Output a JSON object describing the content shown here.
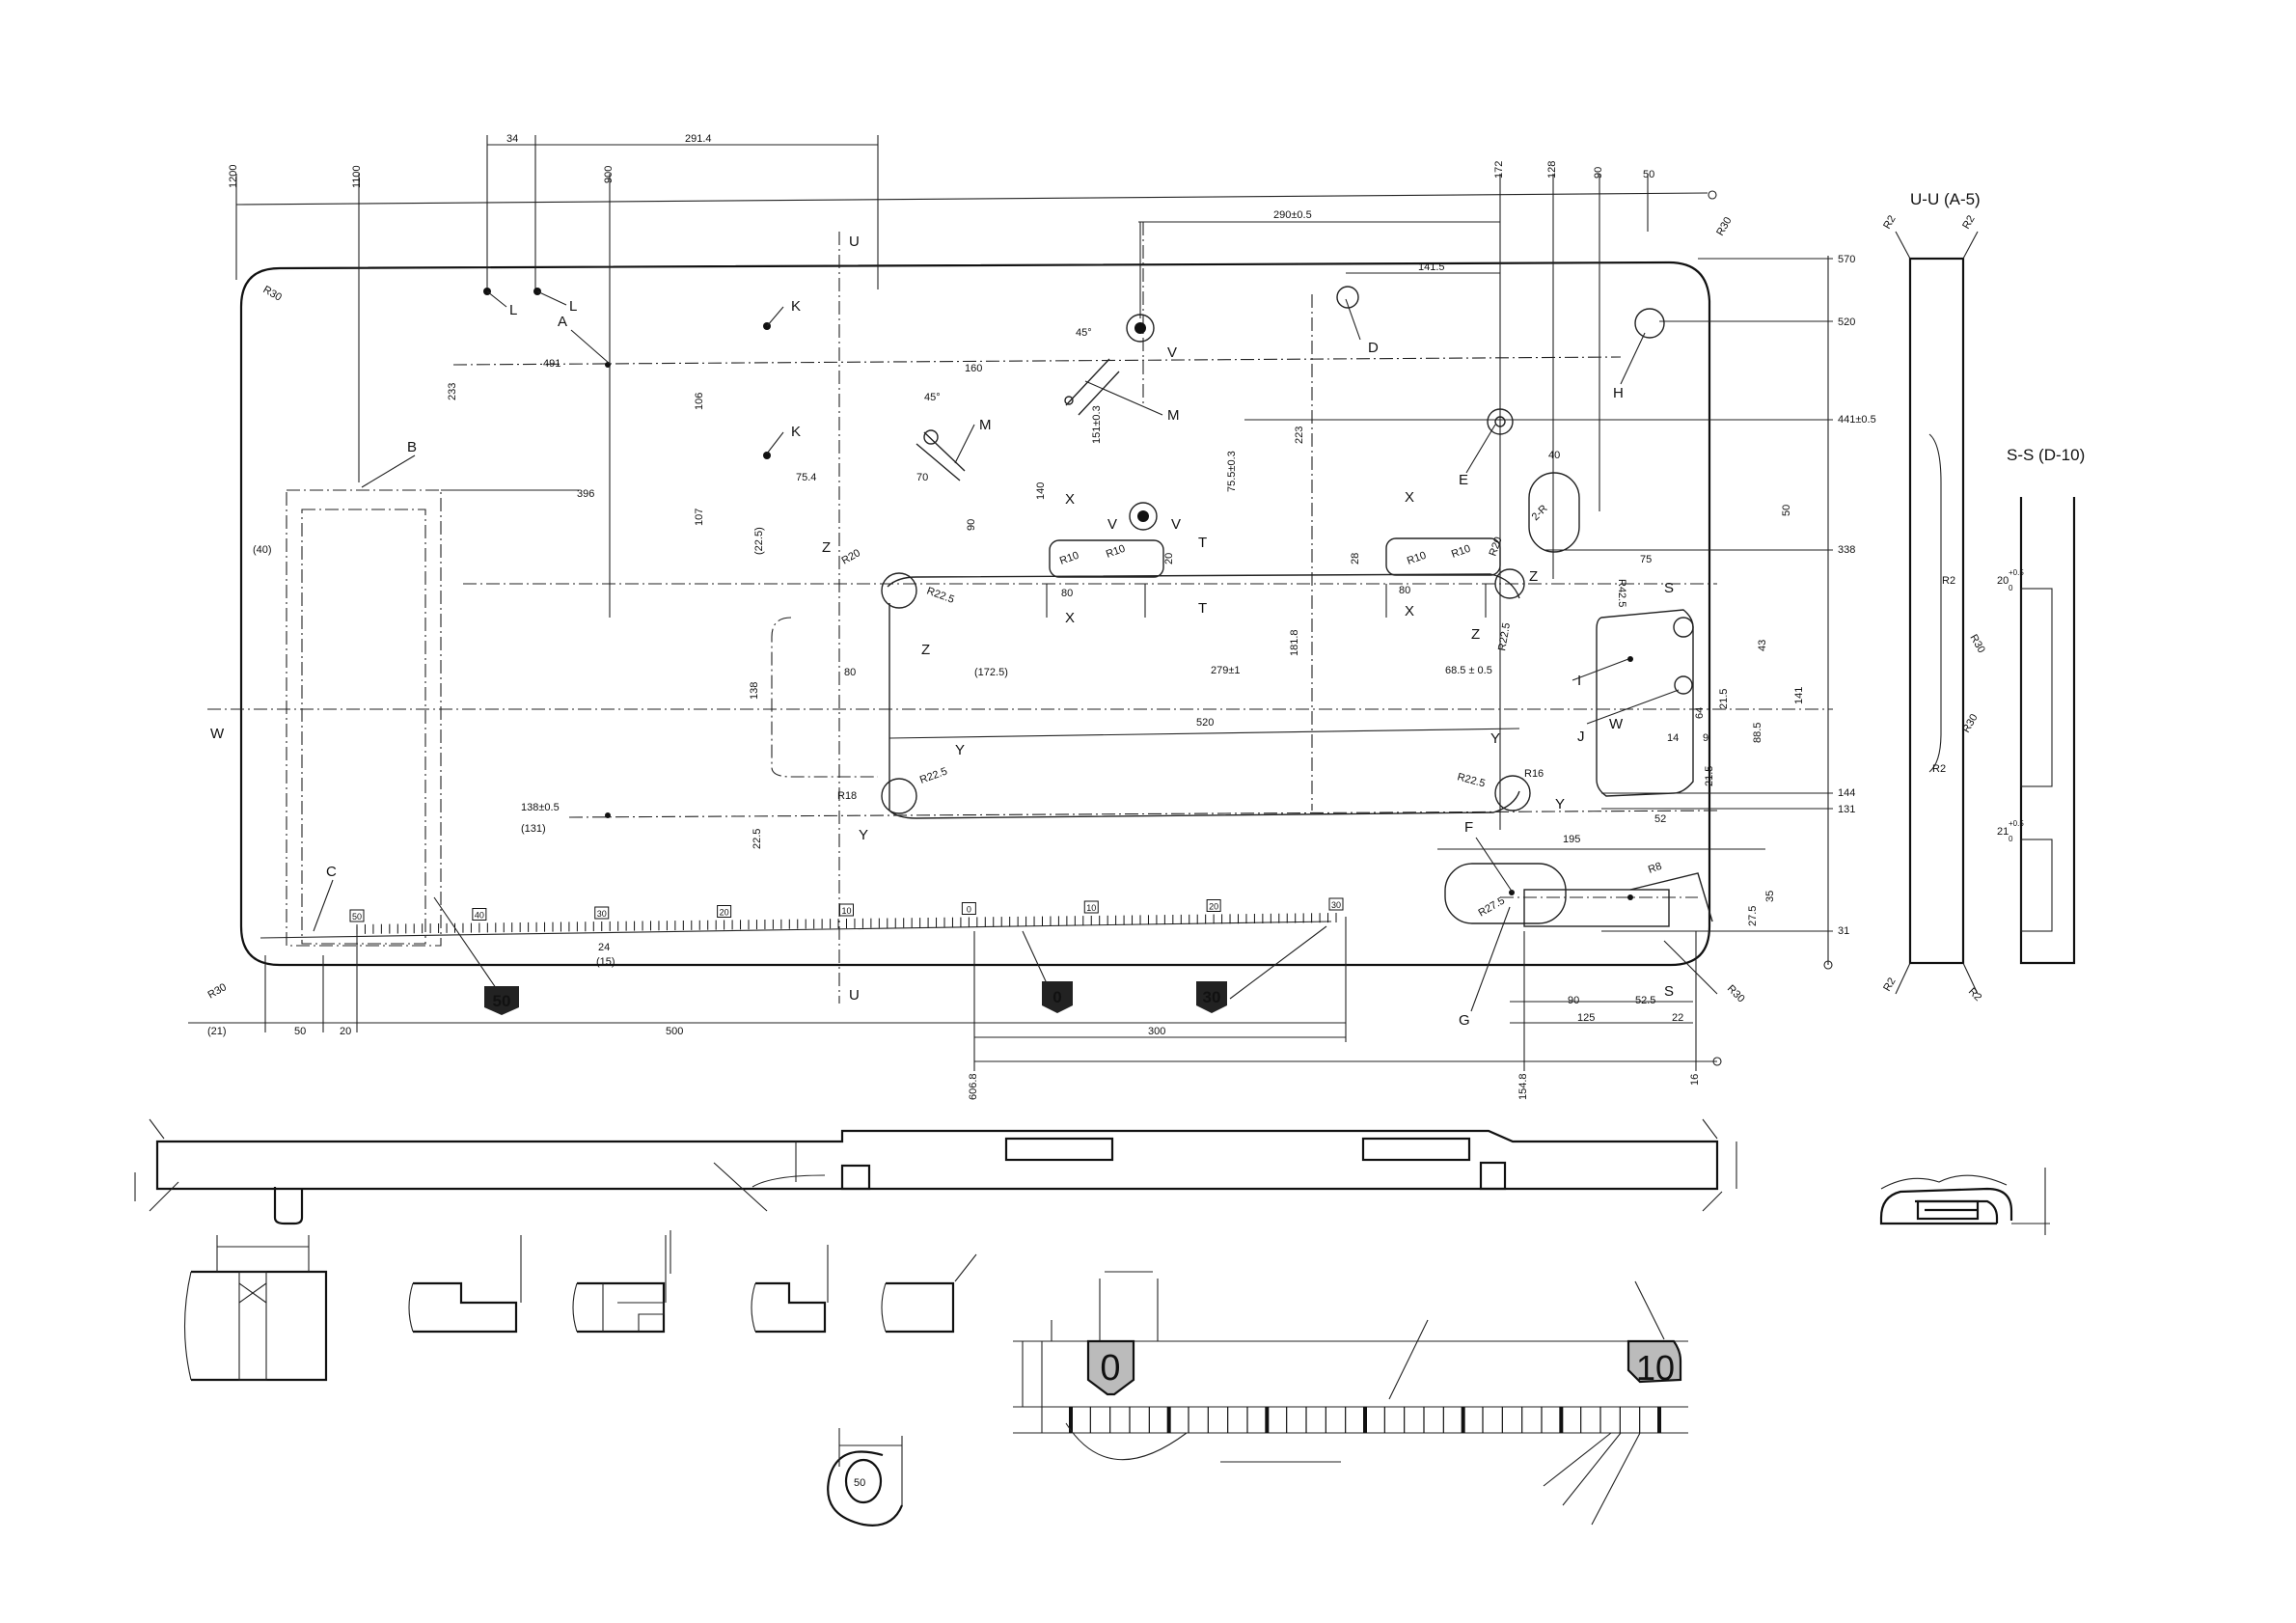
{
  "dimensions": {
    "top_34": "34",
    "top_291": "291.4",
    "top_290": "290±0.5",
    "top_141": "141.5",
    "top_160": "160",
    "left_1200": "1200",
    "left_1100": "1100",
    "left_900": "900",
    "right_172": "172",
    "right_128": "128",
    "right_90": "90",
    "right_50": "50",
    "d_233": "233",
    "d_491": "491",
    "d_396": "396",
    "d_106": "106",
    "d_107": "107",
    "d_75_4": "75.4",
    "d_70": "70",
    "d_140": "140",
    "d_90": "90",
    "d_151": "151±0.3",
    "d_75_5": "75.5±0.3",
    "d_223": "223",
    "d_40": "(40)",
    "d_22_5": "(22.5)",
    "d_80a": "80",
    "d_80b": "80",
    "d_80c": "80",
    "d_20": "20",
    "d_28": "28",
    "d_172_5": "(172.5)",
    "d_279": "279±1",
    "d_68_5": "68.5 ± 0.5",
    "d_181": "181.8",
    "d_520": "520",
    "d_138": "138",
    "d_138_05": "138±0.5",
    "d_131p": "(131)",
    "d_22_5b": "22.5",
    "d_40r": "40",
    "d_50r": "50",
    "d_75r": "75",
    "d_43": "43",
    "d_141": "141",
    "d_21_5": "21.5",
    "d_64": "64",
    "d_88_5": "88.5",
    "d_14": "14",
    "d_9": "9",
    "d_21_5b": "21.5",
    "d_52": "52",
    "d_195": "195",
    "d_90b": "90",
    "d_52_5": "52.5",
    "d_125": "125",
    "d_22": "22",
    "d_27_5": "27.5",
    "d_35": "35",
    "d_24": "24",
    "d_15": "(15)",
    "d_21": "(21)",
    "d_50b": "50",
    "d_20b": "20",
    "d_500": "500",
    "d_300": "300",
    "d_606": "606.8",
    "d_154": "154.8",
    "d_16": "16",
    "r_570": "570",
    "r_520": "520",
    "r_441": "441±0.5",
    "r_338": "338",
    "r_144": "144",
    "r_131": "131",
    "r_31": "31",
    "rad_r30": "R30",
    "rad_r20": "R20",
    "rad_r22": "R22.5",
    "rad_r10": "R10",
    "rad_r18": "R18",
    "rad_r16": "R16",
    "rad_r8": "R8",
    "rad_r27": "R27.5",
    "rad_r2": "R2",
    "rad_r42": "R42.5",
    "rad_2r": "2-R",
    "angle_45": "45°"
  },
  "labels": {
    "A": "A",
    "B": "B",
    "C": "C",
    "D": "D",
    "E": "E",
    "F": "F",
    "G": "G",
    "H": "H",
    "I": "I",
    "J": "J",
    "K": "K",
    "L": "L",
    "M": "M",
    "S": "S",
    "T": "T",
    "U": "U",
    "V": "V",
    "W": "W",
    "X": "X",
    "Y": "Y",
    "Z": "Z"
  },
  "sections": {
    "uu": "U-U (A-5)",
    "ss": "S-S (D-10)",
    "dim_20": "20",
    "dim_21": "21",
    "tol_plus": "+0.5",
    "tol_zero": "0"
  },
  "scale": {
    "ticks": [
      "50",
      "40",
      "30",
      "20",
      "10",
      "0",
      "10",
      "20",
      "30"
    ],
    "badges": [
      "50",
      "0",
      "30"
    ],
    "detail_0": "0",
    "detail_10": "10"
  }
}
